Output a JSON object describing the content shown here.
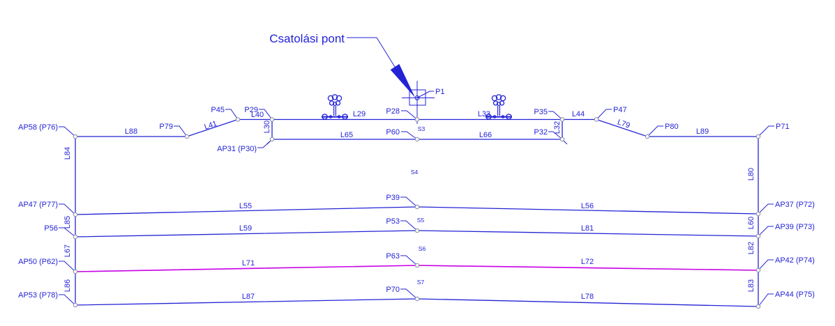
{
  "callout": {
    "text": "Csatolási pont"
  },
  "colors": {
    "wire_blue": "#2323d6",
    "wire_magenta": "#c800e6",
    "text_blue": "#2323d6",
    "node_stroke": "#8f8fae",
    "node_fill": "#ffffff"
  },
  "point_labels": {
    "p1": "P1",
    "p28": "P28",
    "p29": "P29",
    "p32": "P32",
    "p35": "P35",
    "p39": "P39",
    "p45": "P45",
    "p47": "P47",
    "p53": "P53",
    "p56": "P56",
    "p60": "P60",
    "p63": "P63",
    "p70": "P70",
    "p71": "P71",
    "p79": "P79",
    "p80": "P80",
    "ap58": "AP58 (P76)",
    "ap31": "AP31 (P30)",
    "ap47": "AP47 (P77)",
    "ap50": "AP50 (P62)",
    "ap53": "AP53 (P78)",
    "ap37": "AP37 (P72)",
    "ap39": "AP39 (P73)",
    "ap42": "AP42 (P74)",
    "ap44": "AP44 (P75)"
  },
  "wire_labels": {
    "l29": "L29",
    "l30": "L30",
    "l32": "L32",
    "l33": "L33",
    "l40": "L40",
    "l41": "L41",
    "l44": "L44",
    "l55": "L55",
    "l56": "L56",
    "l59": "L59",
    "l60": "L60",
    "l65": "L65",
    "l66": "L66",
    "l67": "L67",
    "l71": "L71",
    "l72": "L72",
    "l78": "L78",
    "l79": "L79",
    "l80": "L80",
    "l81": "L81",
    "l82": "L82",
    "l83": "L83",
    "l84": "L84",
    "l85": "L85",
    "l86": "L86",
    "l87": "L87",
    "l88": "L88",
    "l89": "L89"
  },
  "section_labels": {
    "s3": "S3",
    "s4": "S4",
    "s5": "S5",
    "s6": "S6",
    "s7": "S7"
  }
}
